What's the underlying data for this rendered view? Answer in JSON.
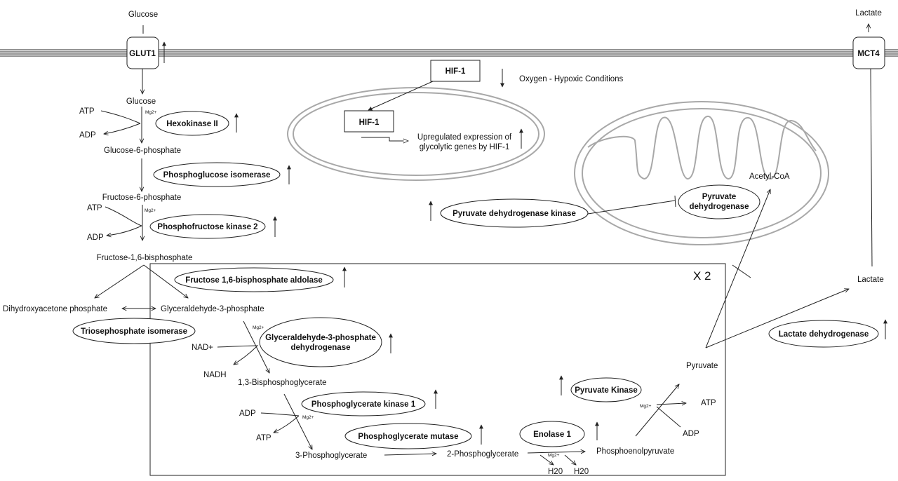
{
  "transport": {
    "glucose_out": "Glucose",
    "glut1": "GLUT1",
    "lactate_out": "Lactate",
    "mct4": "MCT4"
  },
  "hif": {
    "hif1_cyto": "HIF-1",
    "hif1_nuc": "HIF-1",
    "oxygen": "Oxygen - Hypoxic Conditions",
    "upregulated_line1": "Upregulated expression of",
    "upregulated_line2": "glycolytic genes by HIF-1"
  },
  "metabolites": {
    "glucose": "Glucose",
    "atp1": "ATP",
    "adp1": "ADP",
    "g6p": "Glucose-6-phosphate",
    "f6p": "Fructose-6-phosphate",
    "atp2": "ATP",
    "adp2": "ADP",
    "f16bp": "Fructose-1,6-bisphosphate",
    "dhap": "Dihydroxyacetone phosphate",
    "g3p": "Glyceraldehyde-3-phosphate",
    "nad": "NAD+",
    "nadh": "NADH",
    "bpg13": "1,3-Bisphosphoglycerate",
    "adp3": "ADP",
    "atp3": "ATP",
    "pg3": "3-Phosphoglycerate",
    "pg2": "2-Phosphoglycerate",
    "h2o_a": "H20",
    "h2o_b": "H20",
    "pep": "Phosphoenolpyruvate",
    "atp4": "ATP",
    "adp4": "ADP",
    "pyruvate": "Pyruvate",
    "lactate": "Lactate",
    "acetylcoa": "Acetyl-CoA",
    "mg": "Mg2+",
    "x2": "X 2"
  },
  "enzymes": {
    "hk2": "Hexokinase II",
    "pgi": "Phosphoglucose isomerase",
    "pfk2": "Phosphofructose kinase 2",
    "aldolase": "Fructose 1,6-bisphosphate aldolase",
    "tpi_a": "Triosephosphate",
    "tpi_b": "isomerase",
    "gapdh_1": "Glyceraldehyde-3-phosphate",
    "gapdh_2": "dehydrogenase",
    "pgk1": "Phosphoglycerate kinase 1",
    "pgm": "Phosphoglycerate mutase",
    "eno1": "Enolase 1",
    "pk": "Pyruvate Kinase",
    "pdk": "Pyruvate dehydrogenase kinase",
    "pdh_1": "Pyruvate",
    "pdh_2": "dehydrogenase",
    "ldh": "Lactate dehydrogenase"
  },
  "colors": {
    "line": "#222222",
    "organelle": "#a8a8a8",
    "background": "#ffffff"
  },
  "icons": {
    "up_regulation": "up-arrow-icon",
    "down_oxygen": "down-arrow-icon",
    "inhibition": "t-bar-inhibition-icon"
  }
}
